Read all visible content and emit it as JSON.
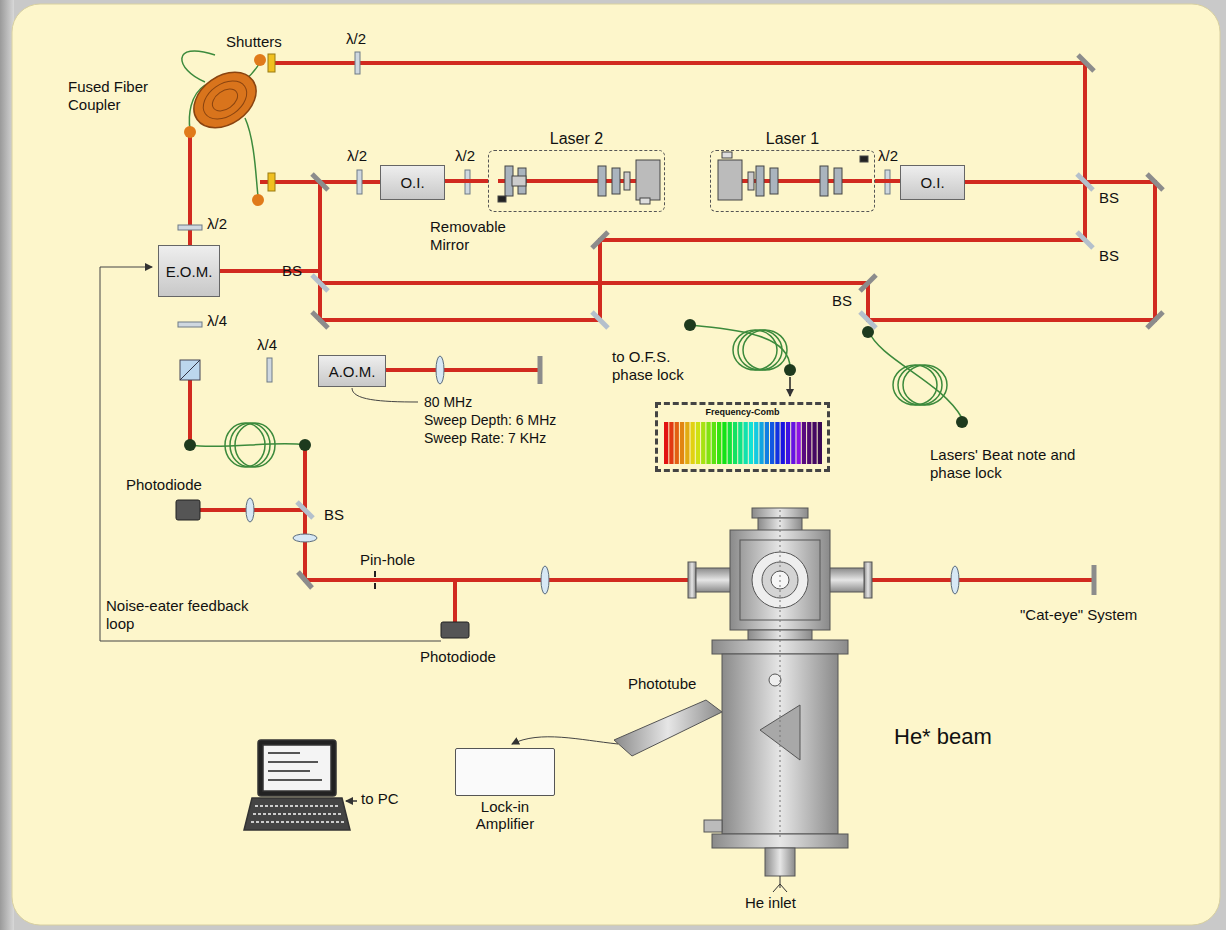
{
  "diagram": {
    "nodes": [
      {
        "text": [
          "Laser 2"
        ]
      },
      {
        "text": [
          "Laser 1"
        ]
      },
      {
        "text": [
          "O.I."
        ]
      },
      {
        "text": [
          "O.I."
        ]
      },
      {
        "text": [
          "E.O.M."
        ]
      },
      {
        "text": [
          "A.O.M."
        ]
      },
      {
        "text": [
          "Frequency-Comb"
        ]
      },
      {
        "text": [
          "Lock-in Amplifier"
        ]
      }
    ],
    "edges": [
      {
        "from": 0,
        "to": 2,
        "arrow": "none"
      },
      {
        "from": 1,
        "to": 3,
        "arrow": "none"
      },
      {
        "from": 4,
        "to": 5,
        "arrow": "none"
      }
    ],
    "labels": [
      "Fused Fiber Coupler",
      "Shutters",
      "λ/2",
      "λ/2",
      "λ/2",
      "λ/2",
      "λ/2",
      "λ/4",
      "λ/4",
      "BS",
      "BS",
      "BS",
      "BS",
      "Removable Mirror",
      "to O.F.S. phase lock",
      "Lasers' Beat note and phase lock",
      "80 MHz",
      "Sweep Depth: 6 MHz",
      "Sweep Rate: 7 KHz",
      "Photodiode",
      "BS",
      "Pin-hole",
      "Photodiode",
      "Noise-eater feedback loop",
      "\"Cat-eye\" System",
      "Phototube",
      "He* beam",
      "He inlet",
      "to PC"
    ]
  }
}
